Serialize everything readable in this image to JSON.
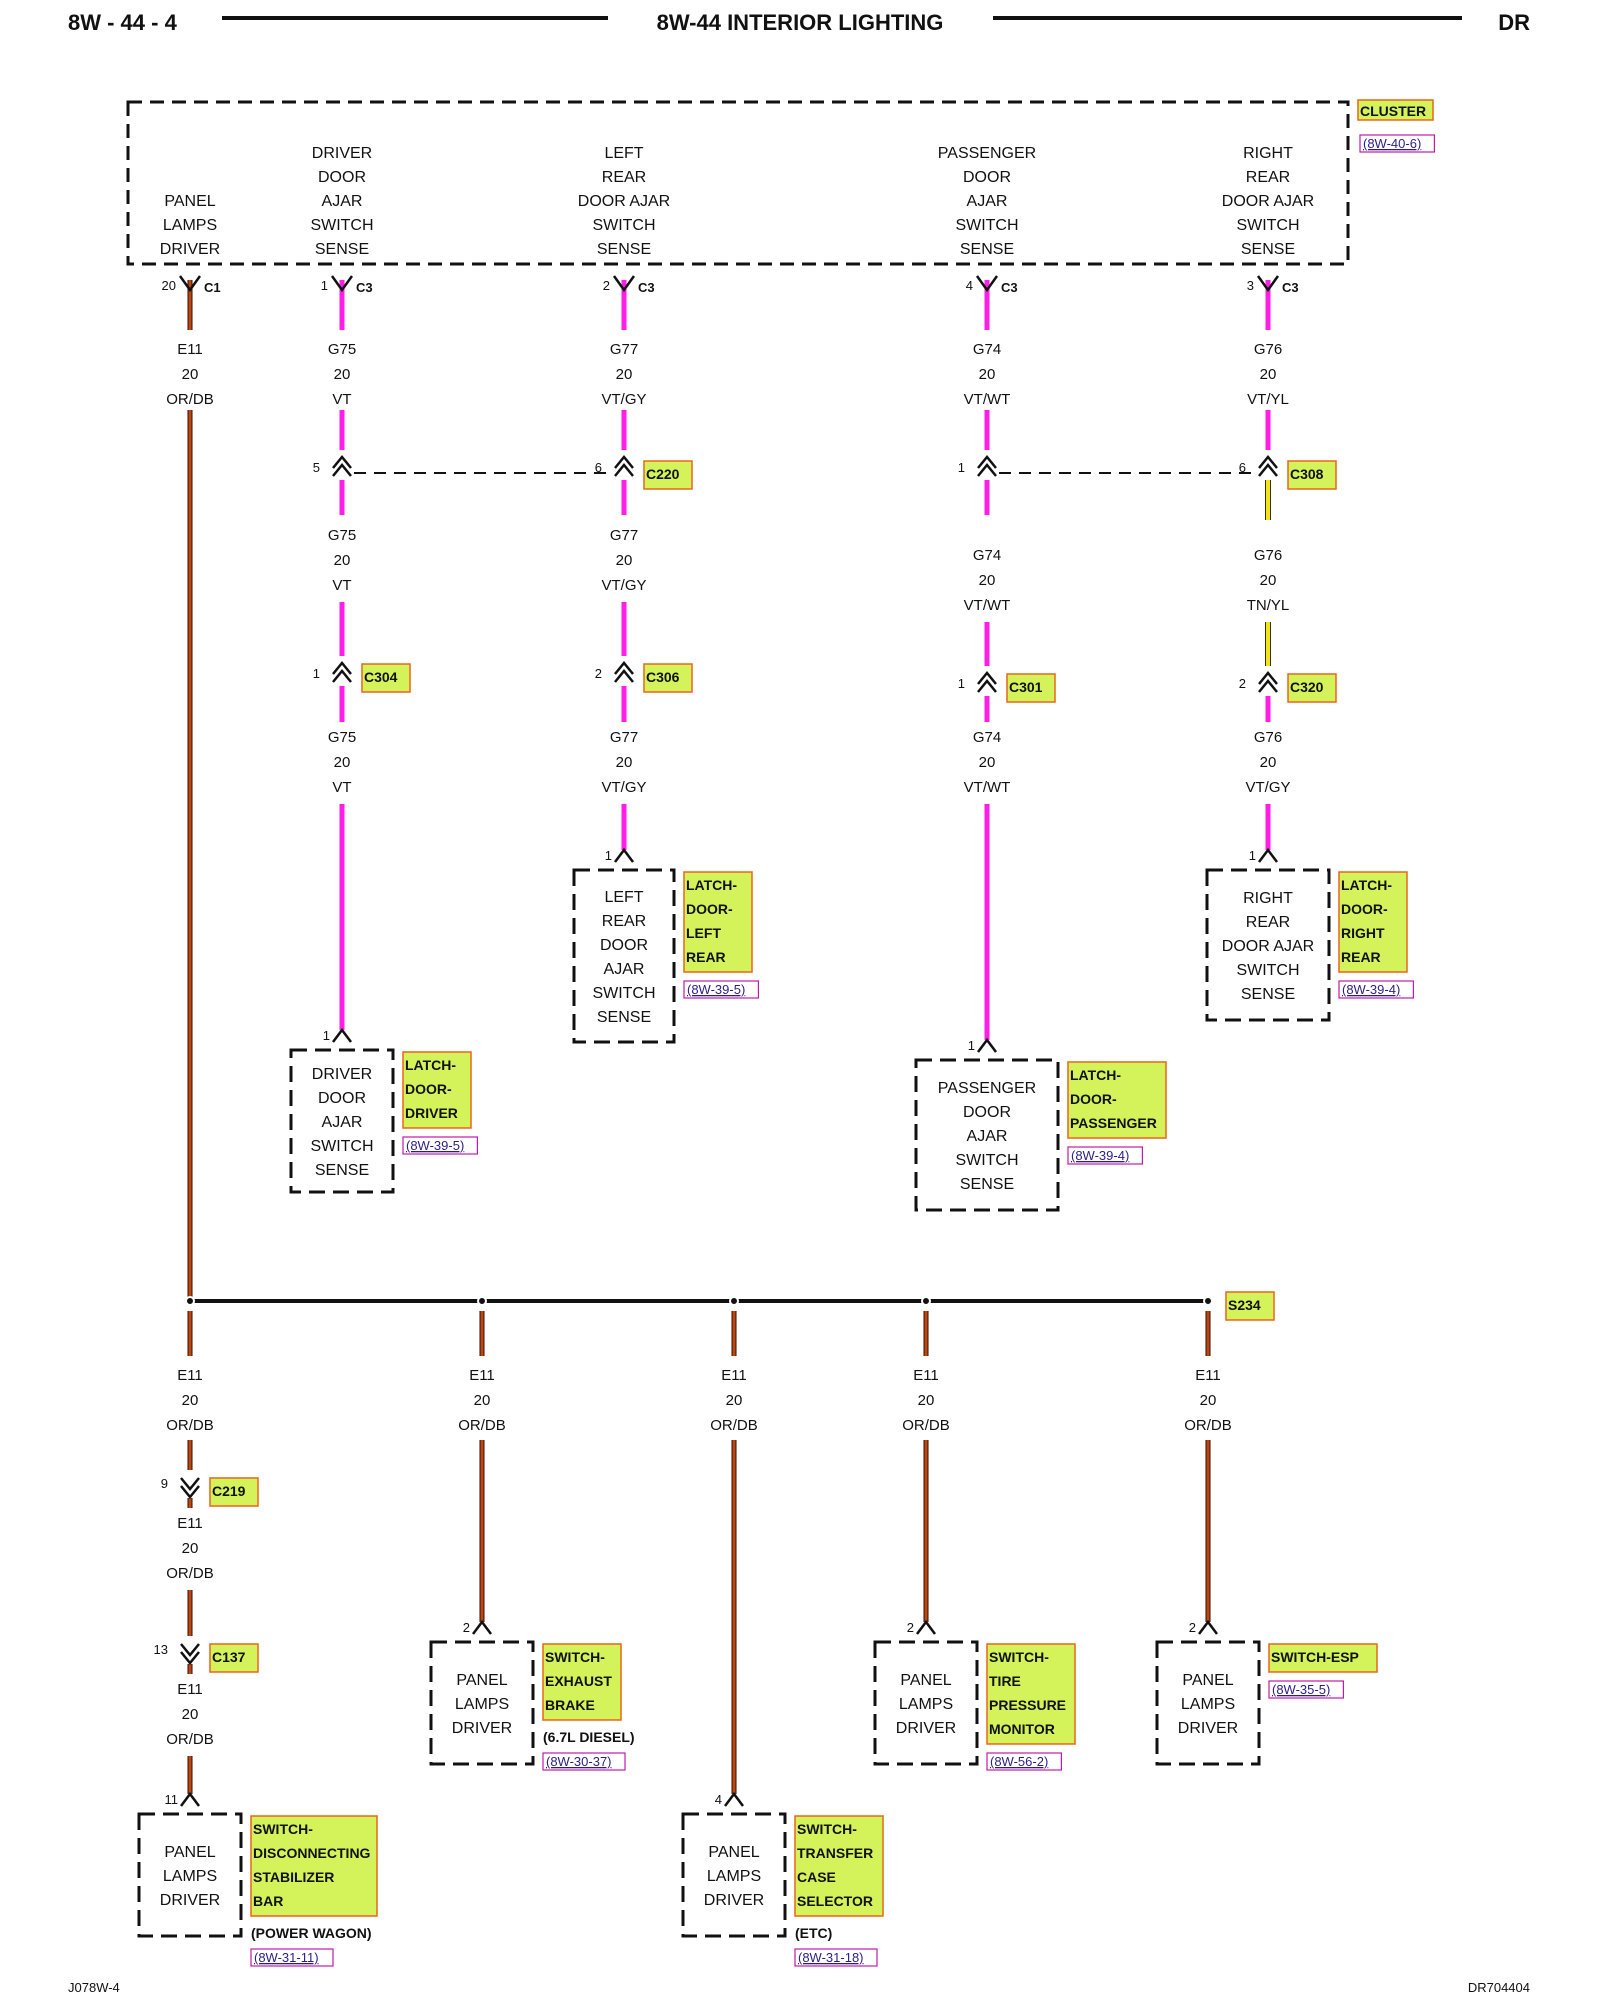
{
  "header": {
    "page_id": "8W - 44 - 4",
    "title": "8W-44 INTERIOR LIGHTING",
    "model": "DR"
  },
  "footer": {
    "left_code": "J078W-4",
    "right_code": "DR704404"
  },
  "colors": {
    "violet_wire": "#ff1ee6",
    "orange_wire": "#c2440f",
    "tan_yellow_wire": "#f2e31c",
    "highlight_fill": "#d4f25a",
    "highlight_border": "#e8661a",
    "ref_border": "#c21aa8"
  },
  "cluster": {
    "label": "CLUSTER",
    "ref": "(8W-40-6)",
    "inputs": [
      {
        "lines": [
          "PANEL",
          "LAMPS",
          "DRIVER"
        ],
        "pin": "20",
        "connector": "C1"
      },
      {
        "lines": [
          "DRIVER",
          "DOOR",
          "AJAR",
          "SWITCH",
          "SENSE"
        ],
        "pin": "1",
        "connector": "C3"
      },
      {
        "lines": [
          "LEFT",
          "REAR",
          "DOOR AJAR",
          "SWITCH",
          "SENSE"
        ],
        "pin": "2",
        "connector": "C3"
      },
      {
        "lines": [
          "PASSENGER",
          "DOOR",
          "AJAR",
          "SWITCH",
          "SENSE"
        ],
        "pin": "4",
        "connector": "C3"
      },
      {
        "lines": [
          "RIGHT",
          "REAR",
          "DOOR AJAR",
          "SWITCH",
          "SENSE"
        ],
        "pin": "3",
        "connector": "C3"
      }
    ]
  },
  "door_circuits": [
    {
      "seg1": {
        "circuit": "G75",
        "gauge": "20",
        "color": "VT"
      },
      "conn_a": {
        "pin": "5",
        "name": ""
      },
      "seg2": {
        "circuit": "G75",
        "gauge": "20",
        "color": "VT"
      },
      "conn_b": {
        "pin": "1",
        "name": "C304"
      },
      "seg3": {
        "circuit": "G75",
        "gauge": "20",
        "color": "VT"
      },
      "component": {
        "pin": "1",
        "lines": [
          "DRIVER",
          "DOOR",
          "AJAR",
          "SWITCH",
          "SENSE"
        ],
        "label": [
          "LATCH-",
          "DOOR-",
          "DRIVER"
        ],
        "ref": "(8W-39-5)"
      }
    },
    {
      "seg1": {
        "circuit": "G77",
        "gauge": "20",
        "color": "VT/GY"
      },
      "conn_a": {
        "pin": "6",
        "name": "C220"
      },
      "seg2": {
        "circuit": "G77",
        "gauge": "20",
        "color": "VT/GY"
      },
      "conn_b": {
        "pin": "2",
        "name": "C306"
      },
      "seg3": {
        "circuit": "G77",
        "gauge": "20",
        "color": "VT/GY"
      },
      "component": {
        "pin": "1",
        "lines": [
          "LEFT",
          "REAR",
          "DOOR",
          "AJAR",
          "SWITCH",
          "SENSE"
        ],
        "label": [
          "LATCH-",
          "DOOR-",
          "LEFT",
          "REAR"
        ],
        "ref": "(8W-39-5)"
      }
    },
    {
      "seg1": {
        "circuit": "G74",
        "gauge": "20",
        "color": "VT/WT"
      },
      "conn_a": {
        "pin": "1",
        "name": ""
      },
      "seg2": {
        "circuit": "G74",
        "gauge": "20",
        "color": "VT/WT"
      },
      "conn_b": {
        "pin": "1",
        "name": "C301"
      },
      "seg3": {
        "circuit": "G74",
        "gauge": "20",
        "color": "VT/WT"
      },
      "component": {
        "pin": "1",
        "lines": [
          "PASSENGER",
          "DOOR",
          "AJAR",
          "SWITCH",
          "SENSE"
        ],
        "label": [
          "LATCH-",
          "DOOR-",
          "PASSENGER"
        ],
        "ref": "(8W-39-4)"
      }
    },
    {
      "seg1": {
        "circuit": "G76",
        "gauge": "20",
        "color": "VT/YL"
      },
      "conn_a": {
        "pin": "6",
        "name": "C308"
      },
      "seg2": {
        "circuit": "G76",
        "gauge": "20",
        "color": "TN/YL"
      },
      "conn_b": {
        "pin": "2",
        "name": "C320"
      },
      "seg3": {
        "circuit": "G76",
        "gauge": "20",
        "color": "VT/GY"
      },
      "component": {
        "pin": "1",
        "lines": [
          "RIGHT",
          "REAR",
          "DOOR AJAR",
          "SWITCH",
          "SENSE"
        ],
        "label": [
          "LATCH-",
          "DOOR-",
          "RIGHT",
          "REAR"
        ],
        "ref": "(8W-39-4)"
      }
    }
  ],
  "panel_circuit": {
    "main_wire": {
      "circuit": "E11",
      "gauge": "20",
      "color": "OR/DB"
    },
    "splice": "S234",
    "branches": [
      {
        "wire": {
          "circuit": "E11",
          "gauge": "20",
          "color": "OR/DB"
        },
        "inline": [
          {
            "pin": "9",
            "name": "C219",
            "wire_after": {
              "circuit": "E11",
              "gauge": "20",
              "color": "OR/DB"
            }
          },
          {
            "pin": "13",
            "name": "C137",
            "wire_after": {
              "circuit": "E11",
              "gauge": "20",
              "color": "OR/DB"
            }
          }
        ],
        "component": {
          "pin": "11",
          "lines": [
            "PANEL",
            "LAMPS",
            "DRIVER"
          ],
          "label": [
            "SWITCH-",
            "DISCONNECTING",
            "STABILIZER",
            "BAR"
          ],
          "note": "(POWER WAGON)",
          "ref": "(8W-31-11)"
        }
      },
      {
        "wire": {
          "circuit": "E11",
          "gauge": "20",
          "color": "OR/DB"
        },
        "component": {
          "pin": "2",
          "lines": [
            "PANEL",
            "LAMPS",
            "DRIVER"
          ],
          "label": [
            "SWITCH-",
            "EXHAUST",
            "BRAKE"
          ],
          "note": "(6.7L DIESEL)",
          "ref": "(8W-30-37)"
        }
      },
      {
        "wire": {
          "circuit": "E11",
          "gauge": "20",
          "color": "OR/DB"
        },
        "component": {
          "pin": "4",
          "lines": [
            "PANEL",
            "LAMPS",
            "DRIVER"
          ],
          "label": [
            "SWITCH-",
            "TRANSFER",
            "CASE",
            "SELECTOR"
          ],
          "note": "(ETC)",
          "ref": "(8W-31-18)"
        }
      },
      {
        "wire": {
          "circuit": "E11",
          "gauge": "20",
          "color": "OR/DB"
        },
        "component": {
          "pin": "2",
          "lines": [
            "PANEL",
            "LAMPS",
            "DRIVER"
          ],
          "label": [
            "SWITCH-",
            "TIRE",
            "PRESSURE",
            "MONITOR"
          ],
          "note": "",
          "ref": "(8W-56-2)"
        }
      },
      {
        "wire": {
          "circuit": "E11",
          "gauge": "20",
          "color": "OR/DB"
        },
        "component": {
          "pin": "2",
          "lines": [
            "PANEL",
            "LAMPS",
            "DRIVER"
          ],
          "label": [
            "SWITCH-ESP"
          ],
          "note": "",
          "ref": "(8W-35-5)"
        }
      }
    ]
  }
}
